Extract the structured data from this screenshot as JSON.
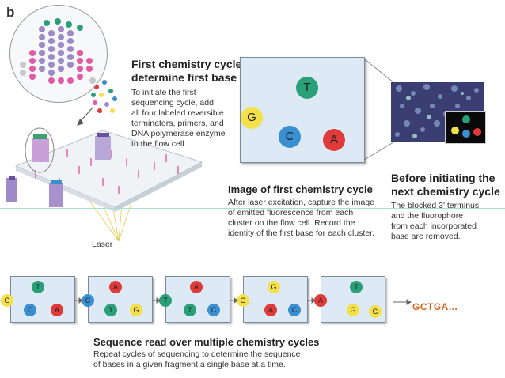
{
  "panel_label": "b",
  "first_cycle": {
    "title_line1": "First chemistry cycle:",
    "title_line2": "determine first base",
    "desc_lines": [
      "To initiate the first",
      "sequencing cycle, add",
      "all four labeled reversible",
      "terminators, primers, and",
      "DNA polymerase enzyme",
      "to the flow cell."
    ]
  },
  "laser_label": "Laser",
  "image_cycle": {
    "title": "Image of first chemistry cycle",
    "desc_lines": [
      "After laser excitation, capture the image",
      "of emitted fluorescence from each",
      "cluster on the flow cell. Record the",
      "identity of the first base for each cluster."
    ]
  },
  "before_next": {
    "title_line1": "Before initiating the",
    "title_line2": "next chemistry cycle",
    "desc_lines": [
      "The blocked 3' terminus",
      "and the fluorophore",
      "from each incorporated",
      "base are removed."
    ]
  },
  "big_panel_bases": [
    "T",
    "G",
    "C",
    "A"
  ],
  "cycle_panels": [
    {
      "bases": [
        "T",
        "C",
        "A"
      ]
    },
    {
      "bases": [
        "A",
        "T",
        "G"
      ]
    },
    {
      "bases": [
        "A",
        "T",
        "C"
      ]
    },
    {
      "bases": [
        "G",
        "A",
        "C"
      ]
    },
    {
      "bases": [
        "T",
        "G",
        "G"
      ]
    }
  ],
  "edge_bases": [
    "G",
    "C",
    "T",
    "G",
    "A"
  ],
  "sequence_result": "GCTGA...",
  "sequence_read": {
    "title": "Sequence read over multiple chemistry cycles",
    "desc_lines": [
      "Repeat cycles of sequencing to determine the sequence",
      "of bases in a given fragment a single base at a time."
    ]
  },
  "colors": {
    "G": "#f4e04a",
    "T": "#2aa078",
    "C": "#3a8fd0",
    "A": "#e03a3a",
    "panel": "#dde9f4",
    "accent_sequence": "#d4641e"
  }
}
